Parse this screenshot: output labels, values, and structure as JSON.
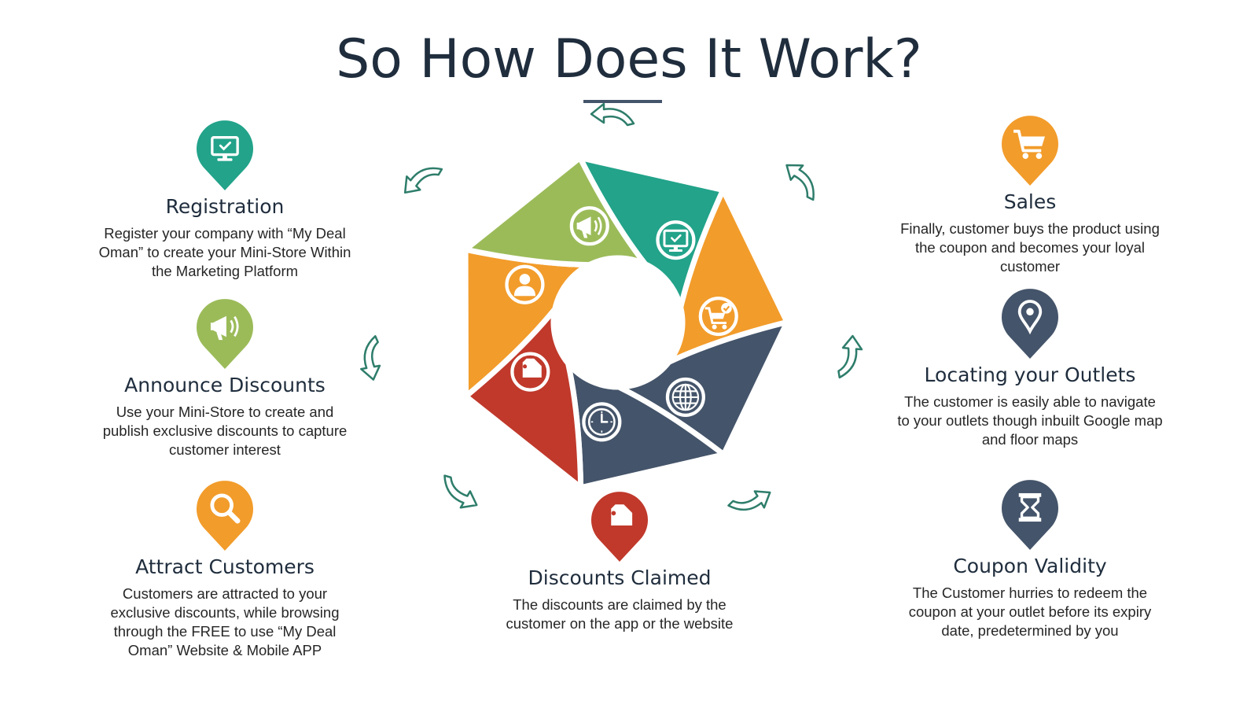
{
  "title": "So How Does It Work?",
  "colors": {
    "teal": "#22a38a",
    "orange": "#f29c2b",
    "navy": "#44546a",
    "red": "#c0392b",
    "green": "#9bbb59",
    "text": "#1f2d3d",
    "arrow": "#2e7d6b"
  },
  "steps": [
    {
      "title": "Registration",
      "description": "Register your company with “My Deal Oman” to create your Mini-Store Within the Marketing Platform",
      "icon": "monitor-check-icon",
      "color": "#22a38a"
    },
    {
      "title": "Announce Discounts",
      "description": "Use your Mini-Store to create and publish exclusive discounts to capture customer interest",
      "icon": "megaphone-icon",
      "color": "#9bbb59"
    },
    {
      "title": "Attract Customers",
      "description": "Customers are attracted to your exclusive discounts, while browsing through the FREE to use “My Deal Oman” Website & Mobile APP",
      "icon": "search-icon",
      "color": "#f29c2b"
    },
    {
      "title": "Discounts Claimed",
      "description": "The discounts are claimed by the customer on the app or the website",
      "icon": "tag-icon",
      "color": "#c0392b"
    },
    {
      "title": "Coupon Validity",
      "description": "The Customer hurries to redeem the coupon at your outlet before its expiry date, predetermined by you",
      "icon": "hourglass-icon",
      "color": "#44546a"
    },
    {
      "title": "Locating your Outlets",
      "description": "The customer is easily able to navigate to your outlets though inbuilt Google map and floor maps",
      "icon": "location-pin-icon",
      "color": "#44546a"
    },
    {
      "title": "Sales",
      "description": "Finally, customer buys the product using the coupon and becomes your loyal customer",
      "icon": "shopping-cart-icon",
      "color": "#f29c2b"
    }
  ],
  "wheel_segments": [
    {
      "icon": "monitor-check-icon",
      "color": "#22a38a"
    },
    {
      "icon": "cart-check-icon",
      "color": "#f29c2b"
    },
    {
      "icon": "globe-icon",
      "color": "#44546a"
    },
    {
      "icon": "clock-icon",
      "color": "#44546a"
    },
    {
      "icon": "tag-icon",
      "color": "#c0392b"
    },
    {
      "icon": "user-icon",
      "color": "#f29c2b"
    },
    {
      "icon": "megaphone-icon",
      "color": "#9bbb59"
    }
  ]
}
